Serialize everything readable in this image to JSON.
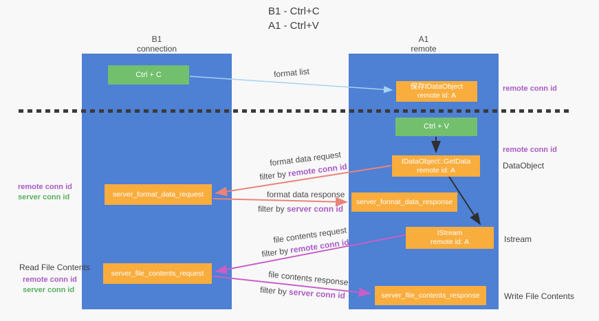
{
  "title": {
    "line1": "B1 - Ctrl+C",
    "line2": "A1 - Ctrl+V"
  },
  "columns": {
    "left": {
      "name": "B1",
      "role": "connection"
    },
    "right": {
      "name": "A1",
      "role": "remote"
    }
  },
  "nodes": {
    "ctrl_c": "Ctrl + C",
    "ctrl_v": "Ctrl + V",
    "save_dataobject": {
      "line1": "保存IDataObject",
      "line2": "remote id: A"
    },
    "getdata": {
      "line1": "IDataObject::GetData",
      "line2": "remote id: A"
    },
    "istream": {
      "line1": "IStream",
      "line2": "remote id: A"
    },
    "server_format_data_request": "server_format_data_request",
    "server_format_data_response": "server_format_data_response",
    "server_file_contents_request": "server_file_contents_request",
    "server_file_contents_response": "server_file_contents_response"
  },
  "side_labels": {
    "right_top_remote_conn_id": "remote conn id",
    "right_mid_remote_conn_id": "remote conn id",
    "right_dataobject": "DataObject",
    "right_istream": "Istream",
    "right_write_file_contents": "Write File Contents",
    "left_remote_conn_id_1": "remote conn id",
    "left_server_conn_id_1": "server conn id",
    "left_read_file_contents": "Read File Contents",
    "left_remote_conn_id_2": "remote conn id",
    "left_server_conn_id_2": "server conn id"
  },
  "arrow_labels": {
    "format_list": "format list",
    "format_request": "format data request",
    "format_request_filter": {
      "prefix": "filter by",
      "target": "remote conn id"
    },
    "format_response": "format data response",
    "format_response_filter": {
      "prefix": "filter by",
      "target": "server conn id"
    },
    "file_request": "file contents request",
    "file_request_filter": {
      "prefix": "filter by",
      "target": "remote conn id"
    },
    "file_response": "file contents response",
    "file_response_filter": {
      "prefix": "filter by",
      "target": "server conn id"
    }
  },
  "colors": {
    "column_blue": "#4e80d4",
    "box_orange": "#f9ad3d",
    "box_green": "#72bf6e",
    "arrow_blue": "#a5d3f2",
    "arrow_salmon": "#e98379",
    "arrow_magenta": "#c75fc7",
    "arrow_black": "#2f2f2f",
    "label_purple": "#a95cc4",
    "label_green": "#58b05e",
    "text_dark": "#3f3f3f"
  }
}
